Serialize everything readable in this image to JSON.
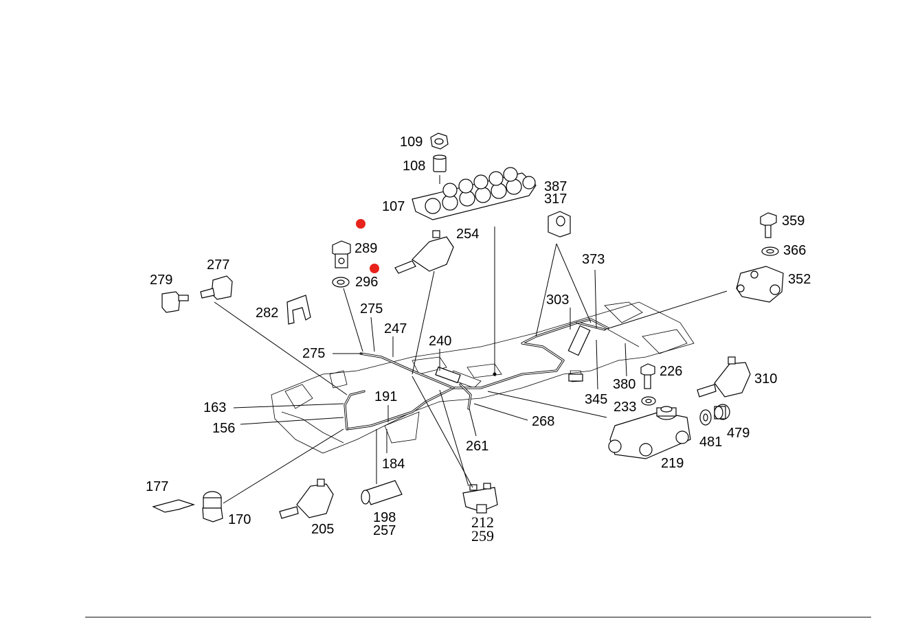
{
  "diagram": {
    "marker_color": "#e8231b",
    "labels": {
      "p109": "109",
      "p108": "108",
      "p107": "107",
      "p387": "387",
      "p317": "317",
      "p359": "359",
      "p366": "366",
      "p352": "352",
      "p289": "289",
      "p296": "296",
      "p254": "254",
      "p277": "277",
      "p279": "279",
      "p282": "282",
      "p275a": "275",
      "p275b": "275",
      "p247": "247",
      "p240": "240",
      "p373": "373",
      "p303": "303",
      "p226": "226",
      "p380": "380",
      "p345": "345",
      "p233": "233",
      "p310": "310",
      "p481": "481",
      "p479": "479",
      "p219": "219",
      "p163": "163",
      "p156": "156",
      "p191": "191",
      "p184": "184",
      "p268": "268",
      "p261": "261",
      "p177": "177",
      "p170": "170",
      "p205": "205",
      "p198": "198",
      "p257": "257",
      "p212": "212",
      "p259": "259"
    }
  }
}
